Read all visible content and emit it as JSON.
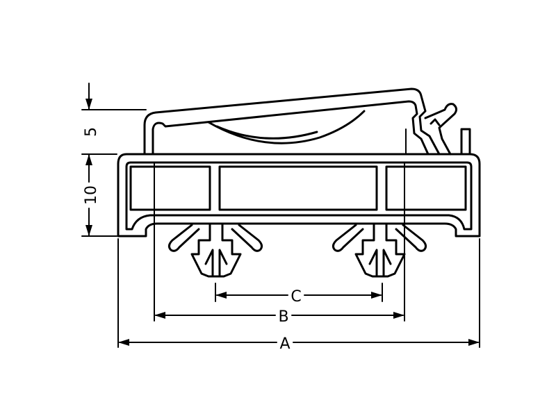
{
  "dimensions": {
    "height_top": "5",
    "height_base": "10",
    "width_overall": "A",
    "width_mid": "B",
    "width_pins": "C"
  },
  "colors": {
    "line": "#000000",
    "background": "#ffffff"
  }
}
